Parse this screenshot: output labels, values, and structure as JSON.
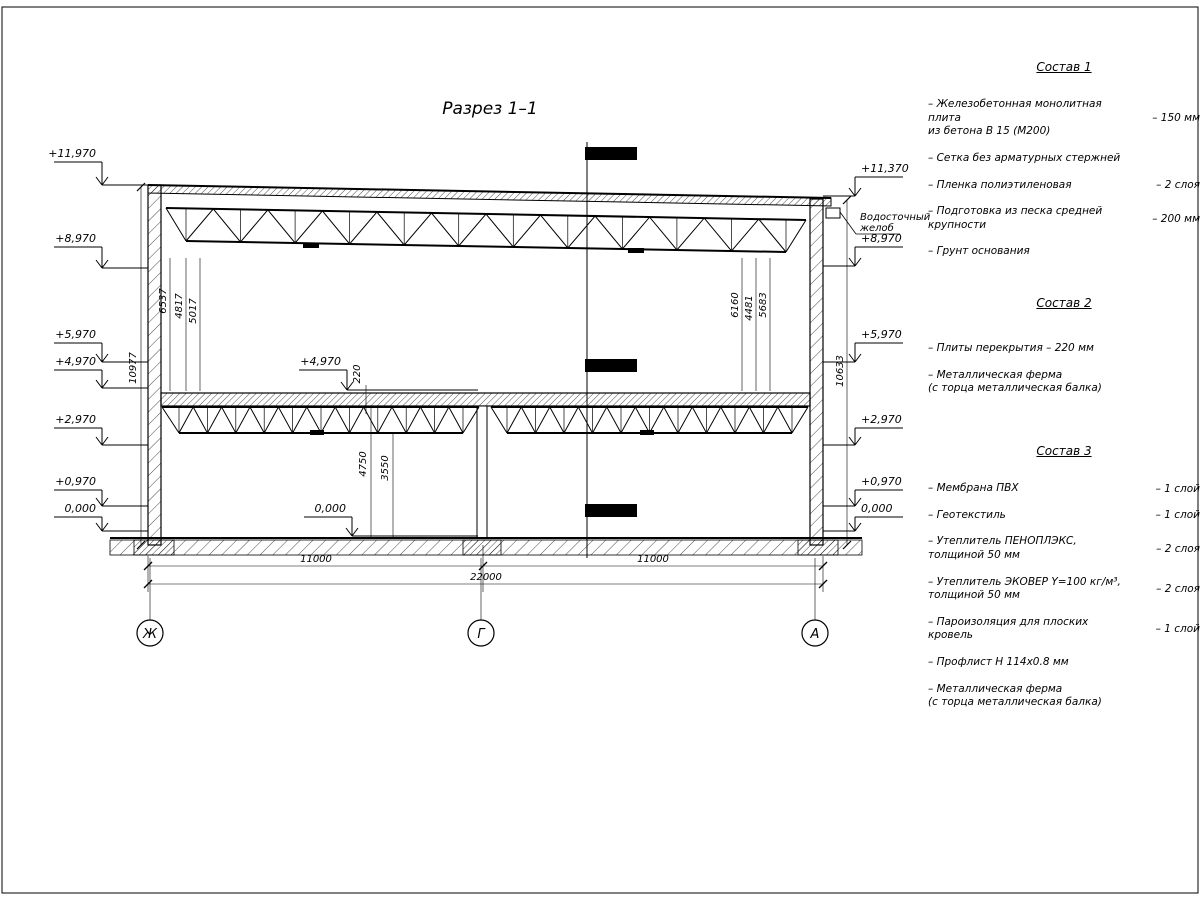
{
  "page": {
    "title": "Разрез 1–1"
  },
  "drawing": {
    "marks_left": [
      "+11,970",
      "+8,970",
      "+5,970",
      "+4,970",
      "+2,970",
      "+0,970",
      "0,000"
    ],
    "marks_right": [
      "+11,370",
      "+8,970",
      "+5,970",
      "+2,970",
      "+0,970",
      "0,000"
    ],
    "marks_inner": [
      "+4,970",
      "0,000"
    ],
    "gutter_note_line1": "Водосточный",
    "gutter_note_line2": "желоб",
    "dims": {
      "left_overall": "10977",
      "right_overall": "10633",
      "left_cluster": [
        "6537",
        "4817",
        "5017"
      ],
      "right_cluster": [
        "6160",
        "4481",
        "5683"
      ],
      "slab_thickness": "220",
      "floor_to_slab": "4750",
      "floor_to_truss": "3550",
      "span_left": "11000",
      "span_total": "22000",
      "span_right": "11000"
    },
    "axes": [
      "Ж",
      "Г",
      "А"
    ]
  },
  "legend": {
    "sostav1": {
      "heading": "Состав 1",
      "items": [
        {
          "label": "– Железобетонная  монолитная плита\nиз бетона В 15 (М200)",
          "value": "– 150 мм"
        },
        {
          "label": "– Сетка без арматурных стержней",
          "value": ""
        },
        {
          "label": "– Пленка полиэтиленовая",
          "value": "– 2 слоя"
        },
        {
          "label": "– Подготовка из песка средней\nкрупности",
          "value": "– 200 мм"
        },
        {
          "label": "– Грунт основания",
          "value": ""
        }
      ]
    },
    "sostav2": {
      "heading": "Состав 2",
      "items": [
        {
          "label": "– Плиты перекрытия – 220 мм",
          "value": ""
        },
        {
          "label": "– Металлическая ферма\n(с торца металлическая балка)",
          "value": ""
        }
      ]
    },
    "sostav3": {
      "heading": "Состав 3",
      "items": [
        {
          "label": "– Мембрана ПВХ",
          "value": "– 1 слой"
        },
        {
          "label": "– Геотекстиль",
          "value": "– 1 слой"
        },
        {
          "label": "– Утеплитель ПЕНОПЛЭКС,\nтолщиной 50 мм",
          "value": "– 2 слоя"
        },
        {
          "label": "– Утеплитель ЭКОВЕР Y=100 кг/м³,\nтолщиной 50 мм",
          "value": "– 2 слоя"
        },
        {
          "label": "– Пароизоляция для плоских кровель",
          "value": "– 1 слой"
        },
        {
          "label": "– Профлист Н 114х0.8 мм",
          "value": ""
        },
        {
          "label": "– Металлическая ферма\n(с торца металлическая балка)",
          "value": ""
        }
      ]
    }
  }
}
